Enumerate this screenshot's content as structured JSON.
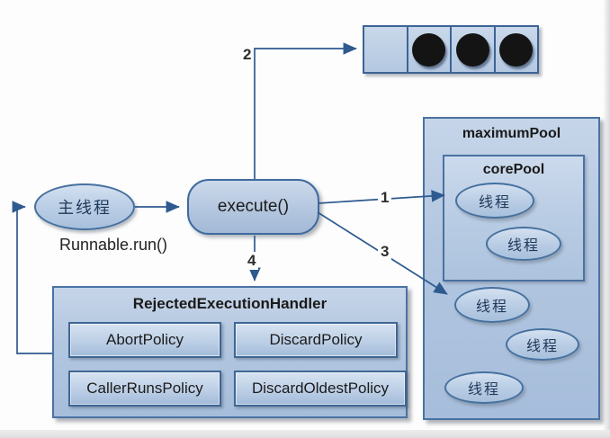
{
  "diagram": {
    "main_thread_label": "主线程",
    "runnable_label": "Runnable.run()",
    "execute_label": "execute()",
    "thread_label": "线程",
    "maximum_pool_title": "maximumPool",
    "core_pool_title": "corePool",
    "handler_title": "RejectedExecutionHandler",
    "policies": {
      "abort": "AbortPolicy",
      "discard": "DiscardPolicy",
      "caller_runs": "CallerRunsPolicy",
      "discard_oldest": "DiscardOldestPolicy"
    },
    "steps": {
      "to_core_pool": "1",
      "to_queue": "2",
      "to_maximum_pool": "3",
      "to_handler": "4"
    },
    "queue": {
      "cell_count": 4,
      "filled_count": 3
    }
  },
  "colors": {
    "arrow": "#2e5a8f",
    "node_border": "#46719f",
    "fill_light": "#cdd9eb",
    "fill_dark": "#a3b9d6",
    "task_dot": "#141414",
    "cjk_text": "#21395a"
  }
}
